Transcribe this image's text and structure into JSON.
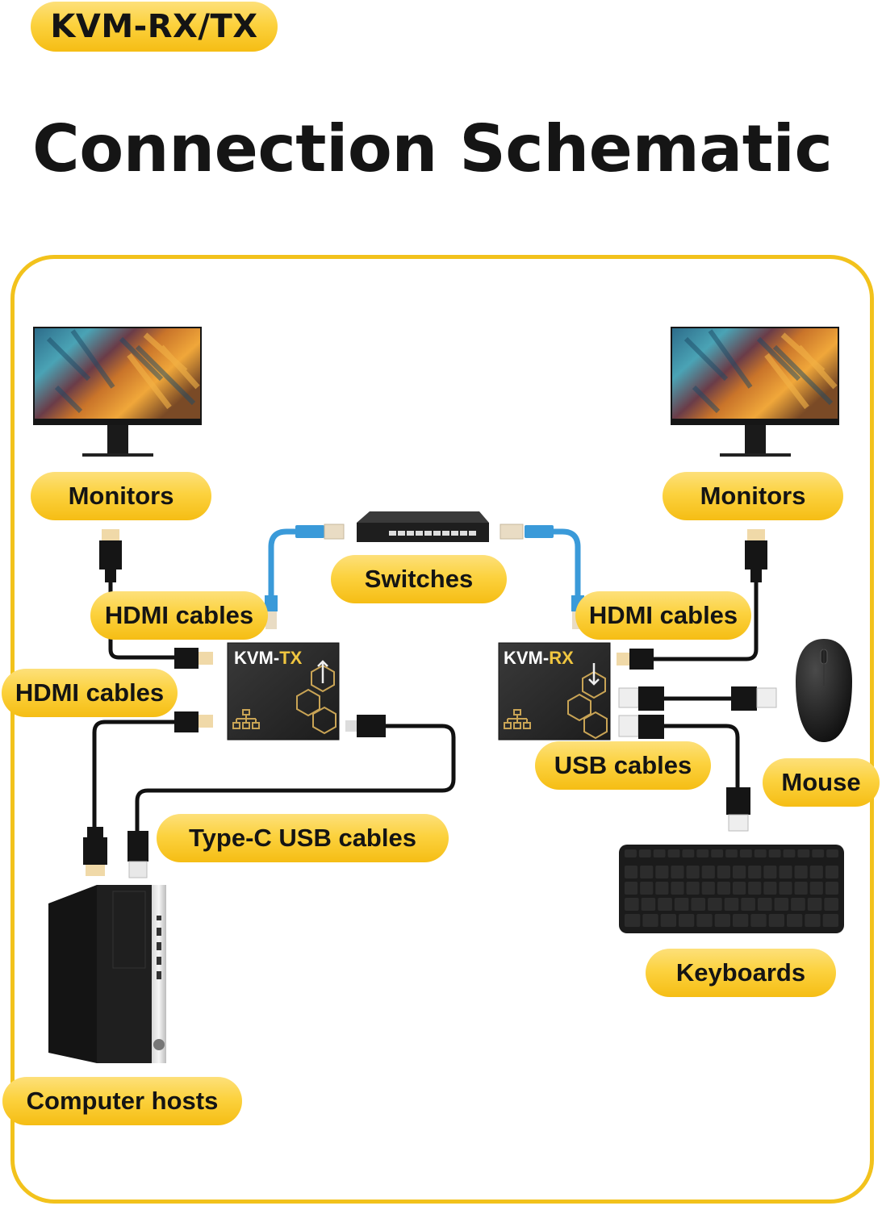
{
  "header": {
    "tag": "KVM-RX/TX",
    "title": "Connection Schematic"
  },
  "colors": {
    "accent": "#f8c51c",
    "frame": "#f2c21c",
    "device": "#2a2a2a",
    "ethernet_cable": "#3a9ad9",
    "text": "#141414"
  },
  "devices": {
    "tx": {
      "prefix": "KVM-",
      "suffix": "TX",
      "arrow": "up"
    },
    "rx": {
      "prefix": "KVM-",
      "suffix": "RX",
      "arrow": "down"
    }
  },
  "labels": {
    "monitors_left": "Monitors",
    "monitors_right": "Monitors",
    "switches": "Switches",
    "hdmi_cables_top_left": "HDMI cables",
    "hdmi_cables_left": "HDMI cables",
    "hdmi_cables_right": "HDMI cables",
    "type_c_usb_cables": "Type-C USB cables",
    "usb_cables": "USB cables",
    "mouse": "Mouse",
    "keyboards": "Keyboards",
    "computer_hosts": "Computer hosts"
  },
  "icons": {
    "monitor": "monitor-icon",
    "switch": "network-switch-icon",
    "mouse": "mouse-icon",
    "keyboard": "keyboard-icon",
    "computer": "desktop-tower-icon",
    "hdmi": "hdmi-connector-icon",
    "usb": "usb-connector-icon",
    "rj45": "rj45-connector-icon"
  }
}
